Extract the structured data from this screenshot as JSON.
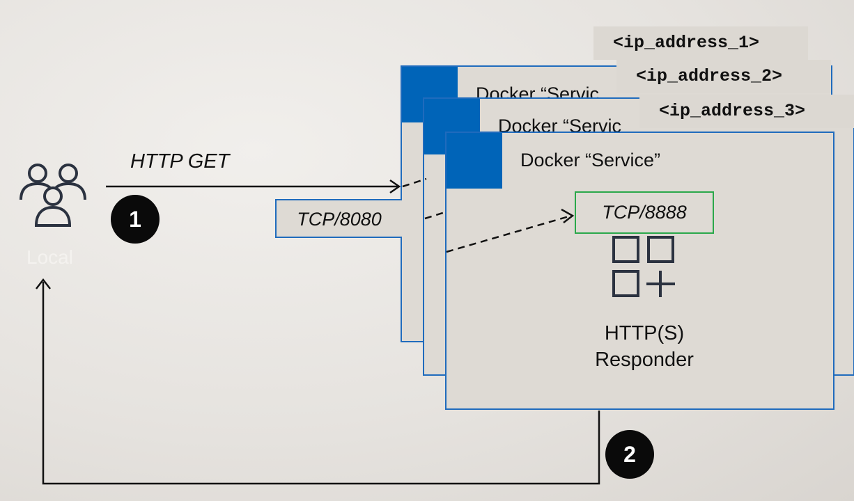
{
  "ip_addresses": [
    "<ip_address_1>",
    "<ip_address_2>",
    "<ip_address_3>"
  ],
  "service": {
    "back_title": "Docker “Servic",
    "middle_title": "Docker “Servic",
    "front_title": "Docker “Service”",
    "inner_port": "TCP/8888",
    "responder_line1": "HTTP(S)",
    "responder_line2": "Responder"
  },
  "client": {
    "label": "Local",
    "request_label": "HTTP GET",
    "host_port": "TCP/8080"
  },
  "steps": {
    "step1": "1",
    "step2": "2"
  },
  "colors": {
    "card_border": "#1f6bbd",
    "card_header": "#0064b8",
    "port_highlight": "#2aa84a",
    "badge": "#0a0a0a"
  },
  "icons": {
    "users": "users-group-icon",
    "app": "app-grid-plus-icon"
  }
}
